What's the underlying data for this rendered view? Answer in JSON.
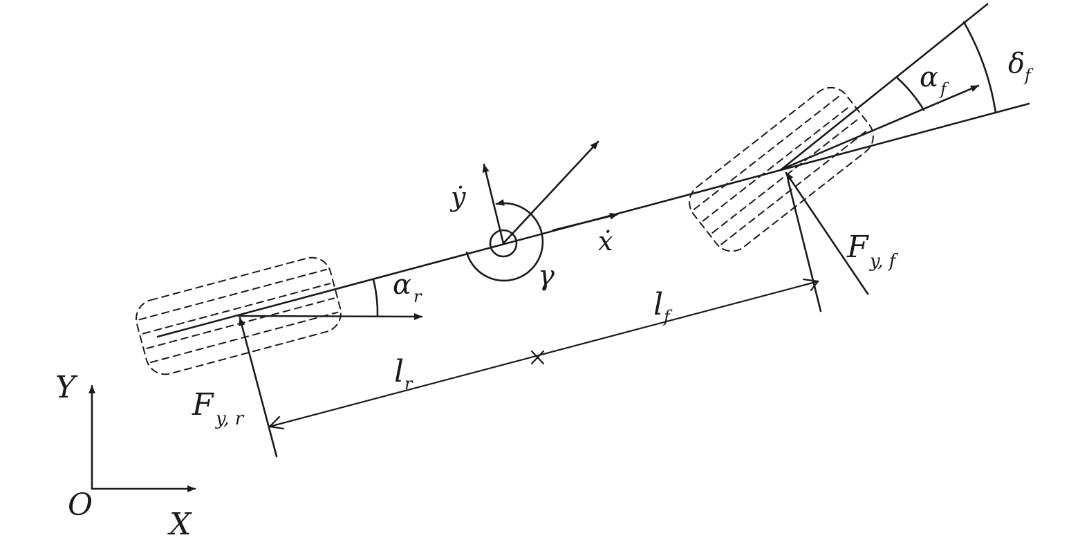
{
  "labels": {
    "y_dot": "ẏ",
    "x_dot": "ẋ",
    "gamma": "γ",
    "alpha": "α",
    "alpha_r_sub": "r",
    "alpha_f_sub": "f",
    "delta": "δ",
    "delta_f_sub": "f",
    "F": "F",
    "F_yf_sub": "y, f",
    "F_yr_sub": "y, r",
    "l": "l",
    "l_f_sub": "f",
    "l_r_sub": "r",
    "axis_Y": "Y",
    "axis_X": "X",
    "origin": "O"
  },
  "colors": {
    "ink": "#1a1a1a"
  }
}
